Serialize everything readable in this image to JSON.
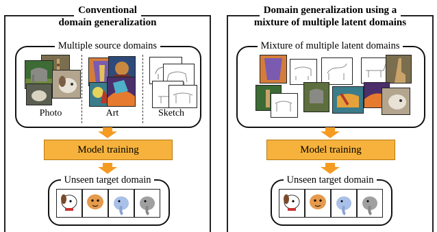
{
  "left_panel": {
    "title_line1": "Conventional",
    "title_line2": "domain generalization",
    "sources_label": "Multiple source domains",
    "domain_labels": [
      "Photo",
      "Art",
      "Sketch"
    ],
    "training_label": "Model training",
    "target_label": "Unseen target domain"
  },
  "right_panel": {
    "title_line1": "Domain generalization using a",
    "title_line2": "mixture of multiple latent domains",
    "mixture_label": "Mixture of multiple latent domains",
    "training_label": "Model training",
    "target_label": "Unseen target domain"
  },
  "colors": {
    "training_box": "#f6b23c",
    "arrow": "#f59b22"
  },
  "icons": [
    "elephant-photo",
    "giraffe-photo",
    "dog-photo",
    "art-painting",
    "elephant-sketch",
    "horse-sketch",
    "giraffe-sketch",
    "cartoon-dog",
    "cartoon-elephant"
  ]
}
